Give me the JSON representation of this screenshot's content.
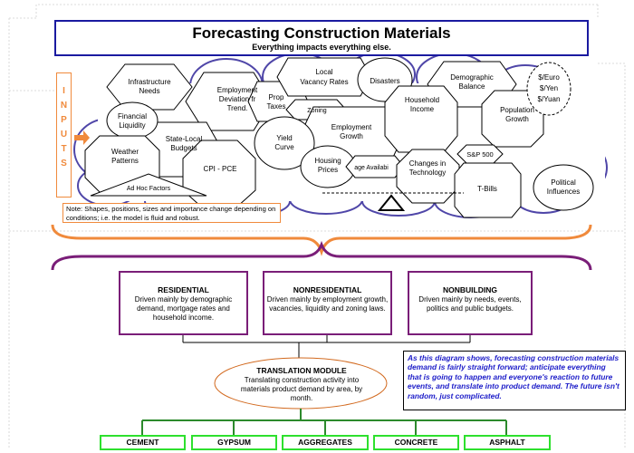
{
  "header": {
    "title": "Forecasting Construction Materials",
    "subtitle": "Everything impacts everything else."
  },
  "inputs_label": [
    "I",
    "N",
    "P",
    "U",
    "T",
    "S"
  ],
  "factors": {
    "infrastructure": [
      "Infrastructure",
      "Needs"
    ],
    "employment_deviation": [
      "Employment",
      "Deviation fr",
      "Trend."
    ],
    "property_taxes": [
      "Prop",
      "Taxes"
    ],
    "local_vacancy": [
      "Local",
      "Vacancy Rates"
    ],
    "zoning": "Zoning",
    "disasters": "Disasters",
    "demographic": [
      "Demographic",
      "Balance"
    ],
    "currency": [
      "$/Euro",
      "$/Yen",
      "$/Yuan"
    ],
    "financial_liquidity": [
      "Financial",
      "Liquidity"
    ],
    "state_local_budgets": [
      "State-Local",
      "Budgets"
    ],
    "employment_growth": [
      "Employment",
      "Growth"
    ],
    "household_income": [
      "Household",
      "Income"
    ],
    "population_growth": [
      "Population",
      "Growth"
    ],
    "weather": [
      "Weather",
      "Patterns"
    ],
    "cpi_pce": "CPI - PCE",
    "yield_curve": [
      "Yield",
      "Curve"
    ],
    "housing_prices": [
      "Housing",
      "Prices"
    ],
    "credit_availability": "age Availabi",
    "changes_technology": [
      "Changes in",
      "Technology"
    ],
    "sp500": "S&P 500",
    "tbills": "T-Bills",
    "political": [
      "Political",
      "Influences"
    ],
    "ad_hoc": "Ad Hoc Factors"
  },
  "note": "Note: Shapes, positions, sizes and importance change depending on conditions; i.e. the model is fluid and robust.",
  "segments": [
    {
      "title": "RESIDENTIAL",
      "desc": "Driven mainly by demographic demand, mortgage rates and household income."
    },
    {
      "title": "NONRESIDENTIAL",
      "desc": "Driven mainly by employment growth, vacancies, liquidity and zoning laws."
    },
    {
      "title": "NONBUILDING",
      "desc": "Driven mainly by needs, events, politics and public budgets."
    }
  ],
  "translation": {
    "title": "TRANSLATION MODULE",
    "desc": "Translating construction activity into materials product demand by area, by month."
  },
  "callout": "As this diagram shows, forecasting construction materials demand is fairly straight forward; anticipate everything that is going to happen and everyone's reaction to future events, and translate into product demand.  The future isn't random, just complicated.",
  "products": [
    "CEMENT",
    "GYPSUM",
    "AGGREGATES",
    "CONCRETE",
    "ASPHALT"
  ],
  "colors": {
    "title_border": "#1a1aa0",
    "inputs_orange": "#f08a3c",
    "brace_purple": "#7a1e78",
    "cloud_outline": "#4f46a8",
    "callout_text": "#1c1cc8",
    "product_green": "#2ee02e",
    "tree_green": "#2c8a2c"
  },
  "icons": [
    "arrow-right-icon",
    "pivot-triangle-icon",
    "cloud-icon"
  ]
}
